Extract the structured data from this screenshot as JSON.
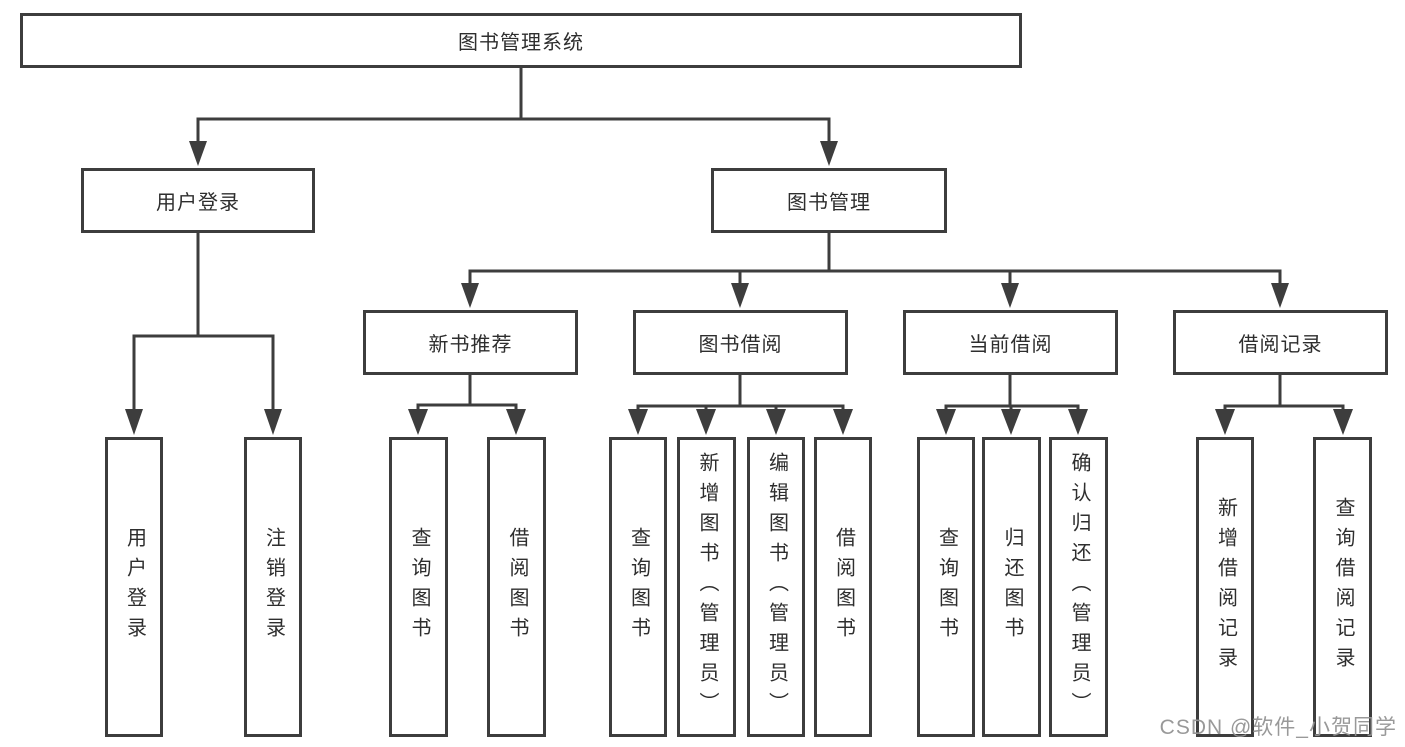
{
  "diagram_type": "tree",
  "tree": {
    "label": "图书管理系统",
    "children": [
      {
        "label": "用户登录",
        "children": [
          {
            "label": "用户登录"
          },
          {
            "label": "注销登录"
          }
        ]
      },
      {
        "label": "图书管理",
        "children": [
          {
            "label": "新书推荐",
            "children": [
              {
                "label": "查询图书"
              },
              {
                "label": "借阅图书"
              }
            ]
          },
          {
            "label": "图书借阅",
            "children": [
              {
                "label": "查询图书"
              },
              {
                "label": "新增图书（管理员）"
              },
              {
                "label": "编辑图书（管理员）"
              },
              {
                "label": "借阅图书"
              }
            ]
          },
          {
            "label": "当前借阅",
            "children": [
              {
                "label": "查询图书"
              },
              {
                "label": "归还图书"
              },
              {
                "label": "确认归还（管理员）"
              }
            ]
          },
          {
            "label": "借阅记录",
            "children": [
              {
                "label": "新增借阅记录"
              },
              {
                "label": "查询借阅记录"
              }
            ]
          }
        ]
      }
    ]
  },
  "watermark": {
    "text": "CSDN @软件_小贺同学"
  },
  "colors": {
    "line": "#3d3d3d",
    "box_border": "#3d3d3d",
    "text": "#2e2e2e",
    "watermark": "#949494",
    "background": "#ffffff"
  }
}
